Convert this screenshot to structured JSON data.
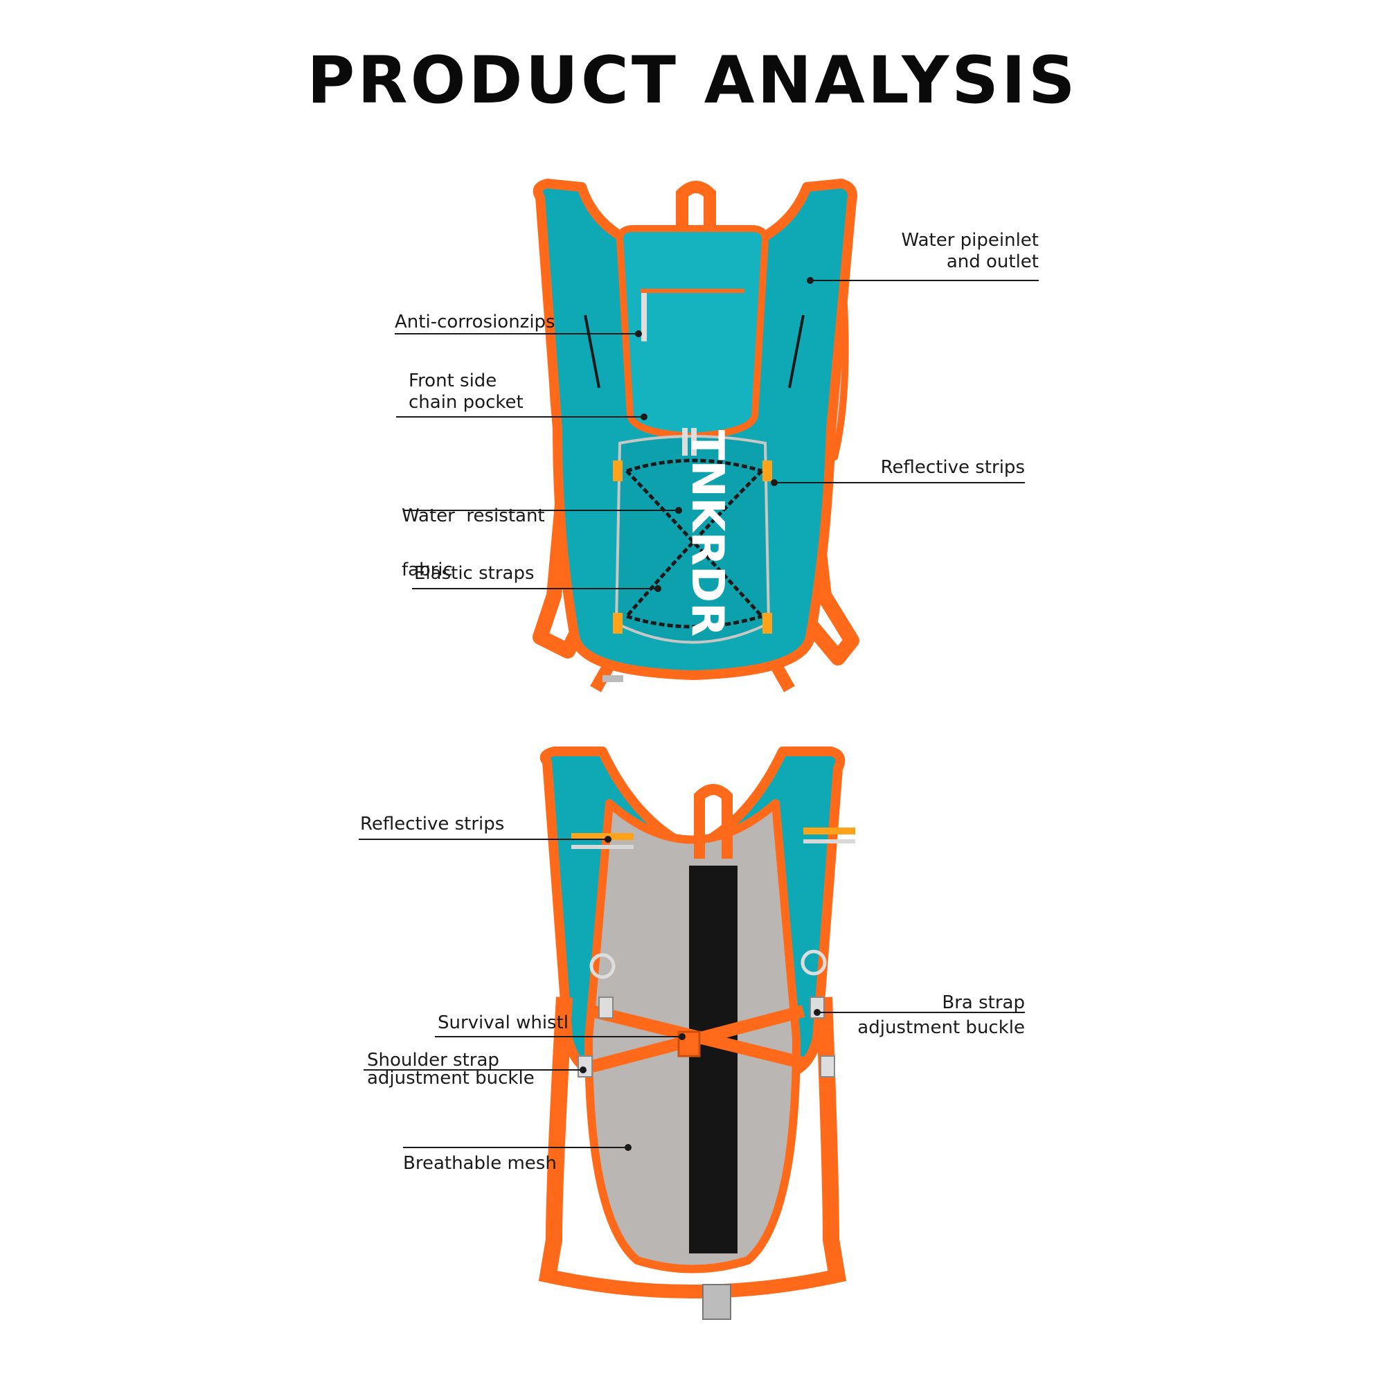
{
  "title": "PRODUCT ANALYSIS",
  "colors": {
    "teal": "#0fa9b6",
    "orange": "#ff6a1a",
    "mesh": "#b9b6b3",
    "black": "#151515"
  },
  "front_view": {
    "brand_mark": "TNKRDR",
    "callouts": [
      {
        "id": "water-pipe",
        "lines": [
          "Water pipeinlet",
          "and outlet"
        ]
      },
      {
        "id": "anti-corrosion-zips",
        "lines": [
          "Anti-corrosionzips"
        ]
      },
      {
        "id": "front-side-chain-pocket",
        "lines": [
          "Front side",
          "chain pocket"
        ]
      },
      {
        "id": "reflective-strips-front",
        "lines": [
          "Reflective strips"
        ]
      },
      {
        "id": "water-resistant-fabric",
        "lines": [
          "Water  resistant",
          "fabric"
        ]
      },
      {
        "id": "elastic-straps",
        "lines": [
          "Elastic straps"
        ]
      }
    ]
  },
  "back_view": {
    "callouts": [
      {
        "id": "reflective-strips-back",
        "lines": [
          "Reflective strips"
        ]
      },
      {
        "id": "bra-strap-buckle",
        "lines": [
          "Bra strap",
          "adjustment buckle"
        ]
      },
      {
        "id": "survival-whistle",
        "lines": [
          "Survival whistl"
        ]
      },
      {
        "id": "shoulder-strap-buckle",
        "lines": [
          "Shoulder strap",
          "adjustment buckle"
        ]
      },
      {
        "id": "breathable-mesh",
        "lines": [
          "Breathable mesh"
        ]
      }
    ]
  }
}
